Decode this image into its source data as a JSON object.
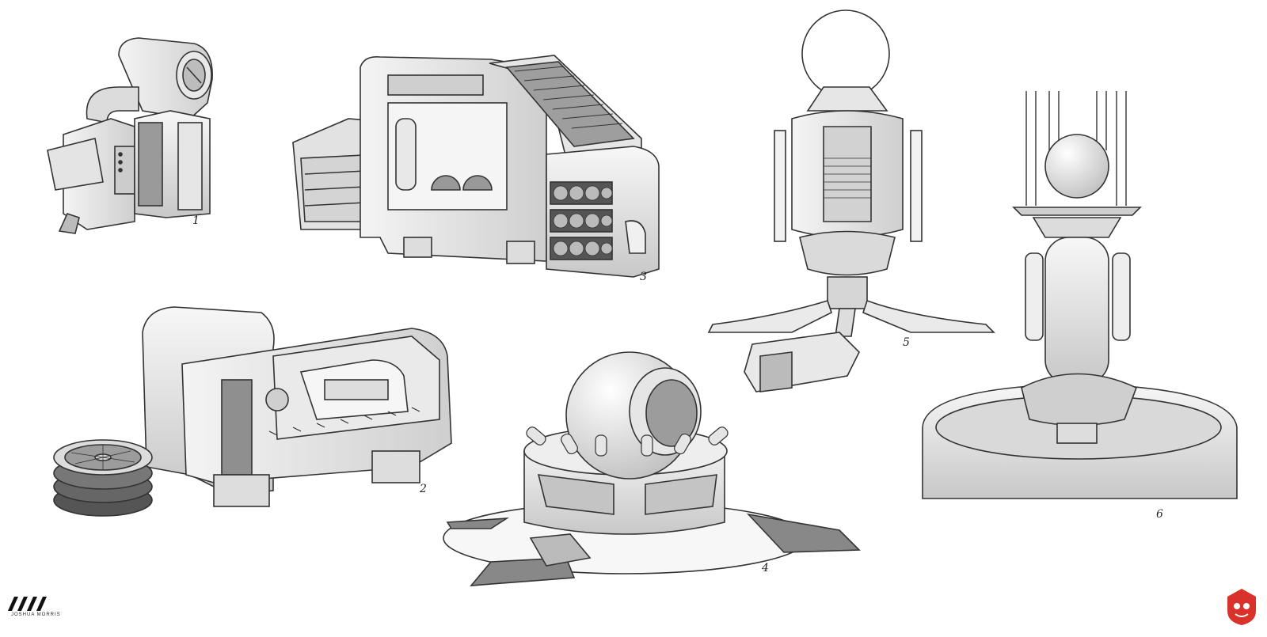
{
  "image": {
    "type": "concept art sketch sheet",
    "background": "#ffffff",
    "ink": "#333333",
    "fill_light": "#ececec",
    "fill_mid": "#cfcfcf",
    "fill_dark": "#8c8c8c",
    "accent": "#d8322a"
  },
  "sketches": [
    {
      "label": "1"
    },
    {
      "label": "2"
    },
    {
      "label": "3"
    },
    {
      "label": "4"
    },
    {
      "label": "5"
    },
    {
      "label": "6"
    }
  ],
  "signature": {
    "text": "JOSHUA MORRIS"
  }
}
